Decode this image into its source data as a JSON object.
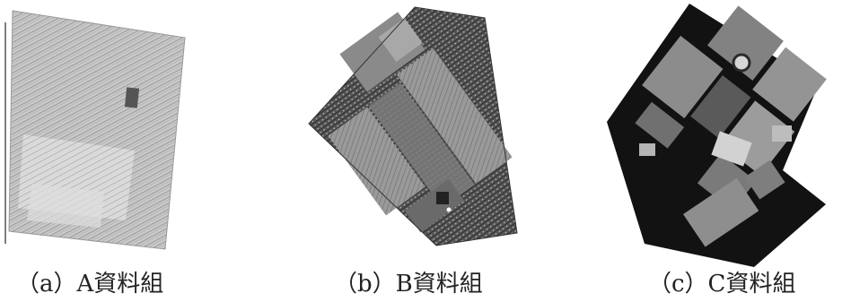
{
  "figures": [
    {
      "caption": "（a）A資料組"
    },
    {
      "caption": "（b）B資料組"
    },
    {
      "caption": "（c）C資料組"
    }
  ]
}
